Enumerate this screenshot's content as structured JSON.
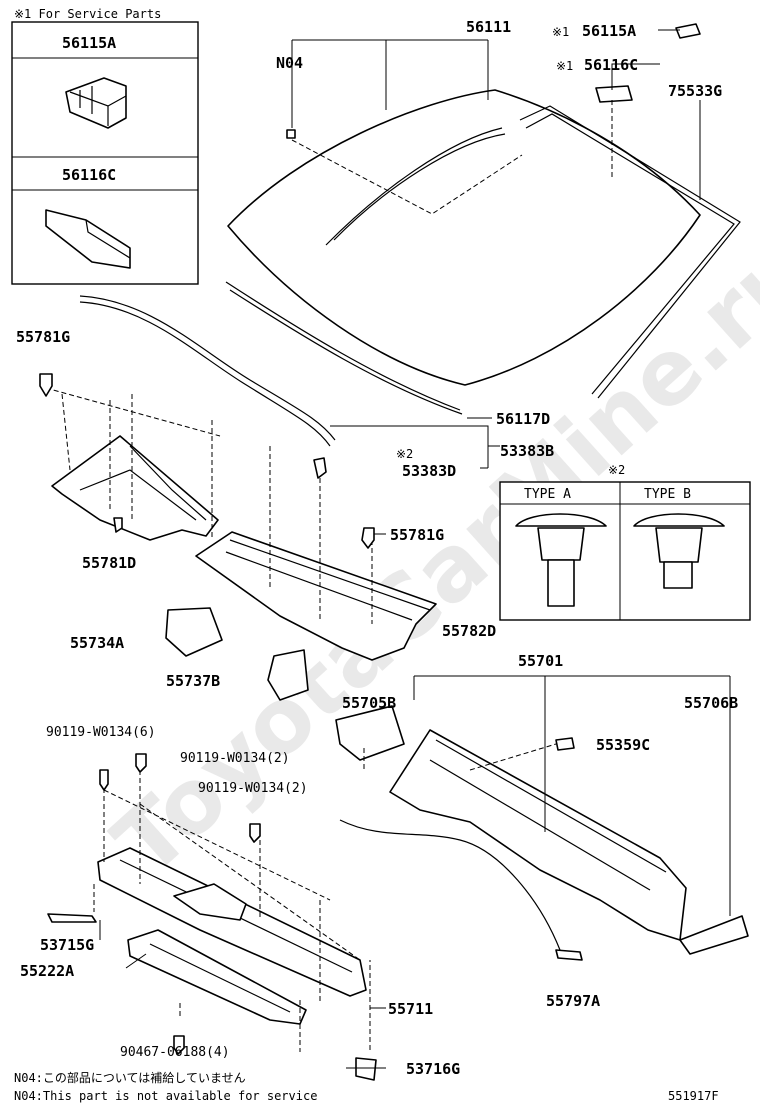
{
  "watermark": "ToyotaCarMine.ru",
  "service_box": {
    "header": "※1 For Service Parts",
    "items": [
      "56115A",
      "56116C"
    ]
  },
  "type_box": {
    "marker": "※2",
    "types": [
      "TYPE A",
      "TYPE B"
    ]
  },
  "labels": {
    "p56111": "56111",
    "n04": "N04",
    "mark1a": "※1",
    "p56115a": "56115A",
    "mark1b": "※1",
    "p56116c": "56116C",
    "p75533g": "75533G",
    "p55781g_a": "55781G",
    "p56117d": "56117D",
    "p53383b": "53383B",
    "mark2": "※2",
    "p53383d": "53383D",
    "p55781d": "55781D",
    "p55781g_b": "55781G",
    "p55782d": "55782D",
    "p55734a": "55734A",
    "p55737b": "55737B",
    "p55701": "55701",
    "p55705b": "55705B",
    "p55706b": "55706B",
    "p55359c": "55359C",
    "bolt_6": "90119-W0134(6)",
    "bolt_2a": "90119-W0134(2)",
    "bolt_2b": "90119-W0134(2)",
    "p53715g": "53715G",
    "p55222a": "55222A",
    "p55711": "55711",
    "p55797a": "55797A",
    "p90467": "90467-06188(4)",
    "p53716g": "53716G"
  },
  "notes": {
    "jp": "N04:この部品については補給していません",
    "en": "N04:This part is not available for service"
  },
  "diagram_id": "551917F"
}
